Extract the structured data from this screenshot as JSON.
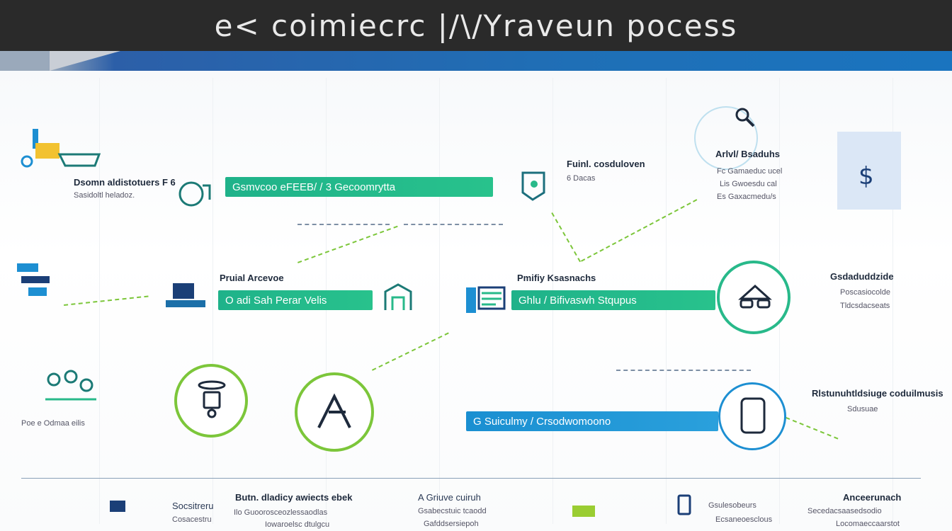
{
  "title": "e< coimiecrc |/\\/Yraveun pocess",
  "colors": {
    "green": "#28b98a",
    "blue": "#1d8fd2",
    "lime": "#7cc63a",
    "navy": "#1b3f77",
    "dark": "#2a2a2a"
  },
  "bars": {
    "top": "Gsmvcoo eFEEB/ / 3 Gecoomrytta",
    "mid_left": "O adi Sah Perar Velis",
    "mid_right": "Ghlu / Bifivaswh Stqupus",
    "bottom": "G Suiculmy / Crsodwomoono"
  },
  "labels": {
    "top_left_1": "Dsomn aldistotuers F 6",
    "top_left_2": "Sasidoltl heladoz.",
    "top_mid_1": "Fuinl. cosduloven",
    "top_mid_2": "6 Dacas",
    "top_right_1": "Arlvl/ Bsaduhs",
    "top_right_2": "Fc Gamaeduc ucel",
    "top_right_3": "Lis Gwoesdu cal",
    "top_right_4": "Es Gaxacmedu/s",
    "mid_a": "Pruial Arcevoe",
    "mid_b": "Pmifiy Ksasnachs",
    "mid_c": "Gsdaduddzide",
    "mid_c2": "Poscasiocolde",
    "mid_c3": "Tldcsdacseats",
    "bottom_r1": "Rlstunuhtldsiuge coduilmusis",
    "bottom_r2": "Sdusuae",
    "bottom_l1": "Poe e Odmaa eilis",
    "foot_1": "Socsitreru",
    "foot_1b": "Cosacestru",
    "foot_2": "Butn. dladicy awiects ebek",
    "foot_2b": "Ilo Guoorosceozlessaodlas",
    "foot_2c": "Iowaroelsc dtulgcu",
    "foot_3": "A Griuve cuiruh",
    "foot_3b": "Gsabecstuic tcaodd",
    "foot_3c": "Gafddsersiepoh",
    "foot_4": "Gsulesobeurs",
    "foot_4b": "Ecsaneoesclous",
    "foot_5": "Anceerunach",
    "foot_5b": "Secedacsaasedsodio",
    "foot_5c": "Locomaeccaarstot"
  }
}
